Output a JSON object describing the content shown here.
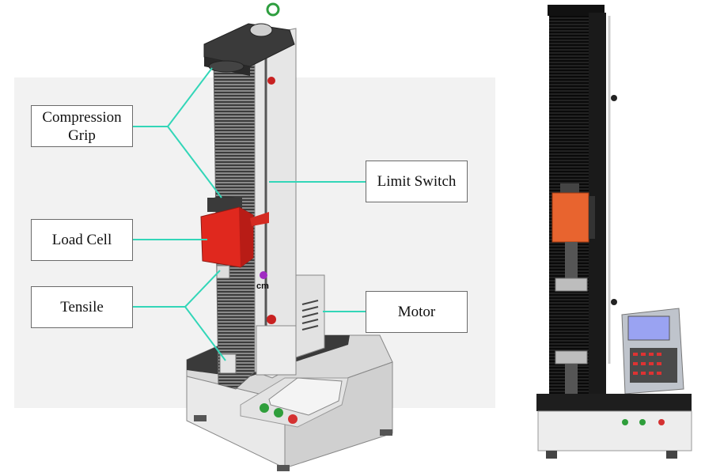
{
  "labels": {
    "compression_grip_line1": "Compression",
    "compression_grip_line2": "Grip",
    "load_cell": "Load Cell",
    "tensile": "Tensile",
    "limit_switch": "Limit Switch",
    "motor": "Motor",
    "cm_marker": "cm"
  },
  "colors": {
    "leader_line": "#33d6b8",
    "load_cell": "#e0281e",
    "photo_box": "#e8642f",
    "column_dark": "#141414",
    "lcd_screen": "#9aa3f2"
  },
  "icons": {
    "start_button": "green-button-icon",
    "stop_button": "red-button-icon"
  }
}
